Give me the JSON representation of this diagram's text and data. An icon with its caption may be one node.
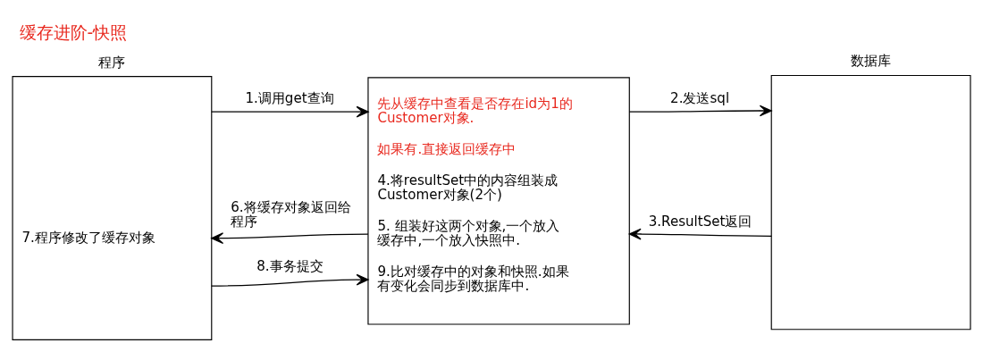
{
  "diagram": {
    "title": "缓存进阶-快照",
    "nodes": [
      {
        "text": [
          "程序",
          "7.程序修改了缓存对象"
        ]
      },
      {
        "text": [
          "先从缓存中查看是否存在id为1的Customer对象.",
          "如果有.直接返回缓存中",
          "4.将resultSet中的内容组装成Customer对象(2个)",
          "5. 组装好这两个对象,一个放入缓存中,一个放入快照中.",
          "9.比对缓存中的对象和快照.如果有变化会同步到数据库中."
        ]
      },
      {
        "text": [
          "数据库"
        ]
      }
    ],
    "edges": [
      {
        "from": 0,
        "to": 1,
        "arrow": "to",
        "label": "1.调用get查询"
      },
      {
        "from": 1,
        "to": 2,
        "arrow": "to",
        "label": "2.发送sql"
      },
      {
        "from": 2,
        "to": 1,
        "arrow": "to",
        "label": "3.ResultSet返回"
      },
      {
        "from": 1,
        "to": 0,
        "arrow": "to",
        "label": "6.将缓存对象返回给程序"
      },
      {
        "from": 0,
        "to": 1,
        "arrow": "to",
        "label": "8.事务提交"
      }
    ]
  }
}
